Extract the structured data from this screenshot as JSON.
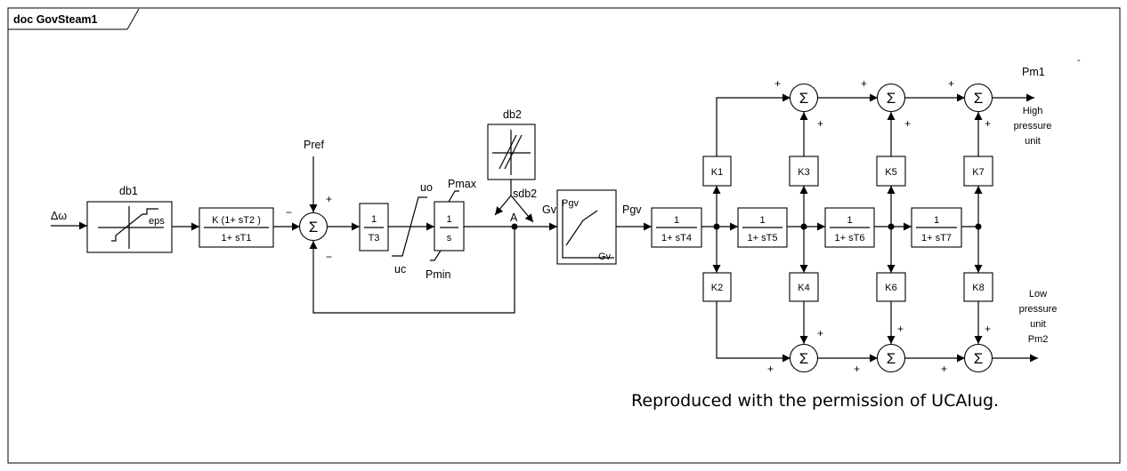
{
  "frame": {
    "tab_label": "doc GovSteam1"
  },
  "input": {
    "label": "Δω"
  },
  "blocks": {
    "db1": {
      "label": "db1",
      "param": "eps"
    },
    "lead_lag": {
      "num": "K (1+ sT2 )",
      "den": "1+ sT1"
    },
    "pref": "Pref",
    "t3": {
      "num": "1",
      "den": "T3"
    },
    "uo": "uo",
    "uc": "uc",
    "integrator": {
      "num": "1",
      "den": "s",
      "max": "Pmax",
      "min": "Pmin"
    },
    "db2": {
      "label": "db2",
      "out": "sdb2"
    },
    "point_a": "A",
    "gv": "Gv",
    "pgv_block": {
      "title": "Pgv",
      "axis": "Gv"
    },
    "pgv_signal": "Pgv",
    "t4": {
      "num": "1",
      "den": "1+ sT4"
    },
    "t5": {
      "num": "1",
      "den": "1+ sT5"
    },
    "t6": {
      "num": "1",
      "den": "1+ sT6"
    },
    "t7": {
      "num": "1",
      "den": "1+ sT7"
    },
    "gains": [
      "K1",
      "K2",
      "K3",
      "K4",
      "K5",
      "K6",
      "K7",
      "K8"
    ]
  },
  "summer_symbol": "Σ",
  "signs": {
    "plus": "+",
    "minus": "−"
  },
  "outputs": {
    "pm1": "Pm1",
    "high": [
      "High",
      "pressure",
      "unit"
    ],
    "low": [
      "Low",
      "pressure",
      "unit"
    ],
    "pm2": "Pm2"
  },
  "stray_mark": "-",
  "note": "Reproduced with the permission of UCAIug."
}
